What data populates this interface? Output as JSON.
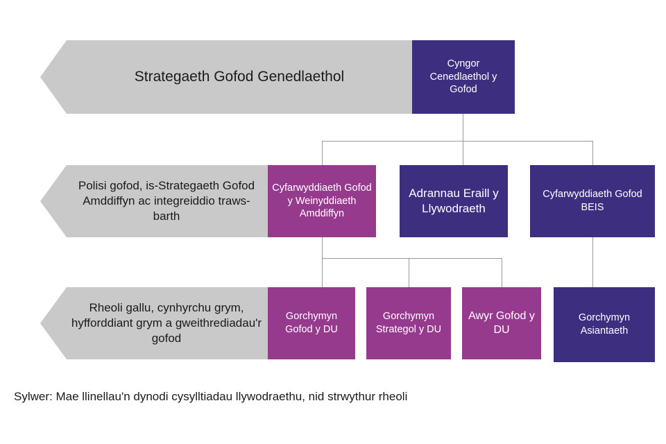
{
  "diagram": {
    "rows": [
      {
        "banner": "Strategaeth Gofod Genedlaethol",
        "boxes": [
          {
            "label": "Cyngor Cenedlaethol y Gofod",
            "color": "#3d2e80"
          }
        ]
      },
      {
        "banner": "Polisi gofod, is-Strategaeth Gofod Amddiffyn ac integreiddio traws-barth",
        "boxes": [
          {
            "label": "Cyfarwyddiaeth Gofod y Weinyddiaeth Amddiffyn",
            "color": "#953a8c"
          },
          {
            "label": "Adrannau Eraill y Llywodraeth",
            "color": "#3d2e80"
          },
          {
            "label": "Cyfarwyddiaeth Gofod BEIS",
            "color": "#3d2e80"
          }
        ]
      },
      {
        "banner": "Rheoli gallu,  cynhyrchu grym, hyfforddiant grym a gweithrediadau'r gofod",
        "boxes": [
          {
            "label": "Gorchymyn Gofod y DU",
            "color": "#953a8c"
          },
          {
            "label": "Gorchymyn Strategol y DU",
            "color": "#953a8c"
          },
          {
            "label": "Awyr Gofod y DU",
            "color": "#953a8c"
          },
          {
            "label": "Gorchymyn Asiantaeth",
            "color": "#3d2e80"
          }
        ]
      }
    ],
    "footnote": "Sylwer: Mae llinellau'n dynodi cysylltiadau llywodraethu, nid strwythur rheoli",
    "colors": {
      "banner_fill": "#c9c9c9",
      "purple": "#3d2e80",
      "magenta": "#953a8c",
      "connector": "#9a9a9a",
      "text_dark": "#1a1a1a",
      "text_light": "#ffffff"
    }
  }
}
